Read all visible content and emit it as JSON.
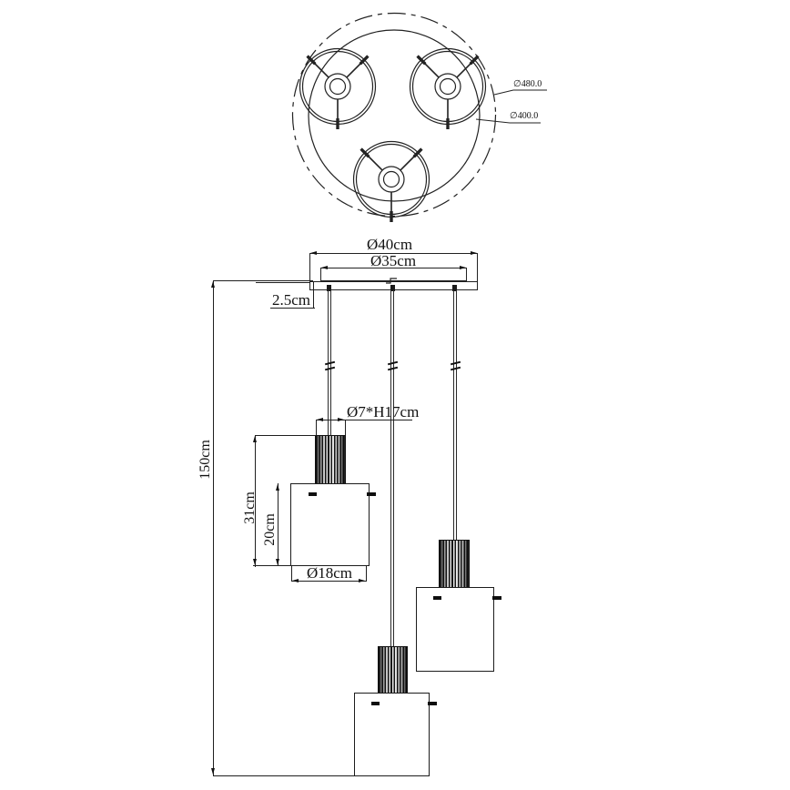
{
  "drawing": {
    "type": "pendant-lamp-technical-drawing",
    "plan_view": {
      "outer_diameter_label": "∅480.0",
      "inner_diameter_label": "∅400.0"
    },
    "elevation": {
      "canopy_outer_diameter_label": "Ø40cm",
      "canopy_inner_diameter_label": "Ø35cm",
      "canopy_thickness_label": "2.5cm",
      "overall_height_label": "150cm",
      "socket_size_label": "Ø7*H17cm",
      "pendant_total_height_label": "31cm",
      "shade_height_label": "20cm",
      "shade_diameter_label": "Ø18cm"
    }
  }
}
